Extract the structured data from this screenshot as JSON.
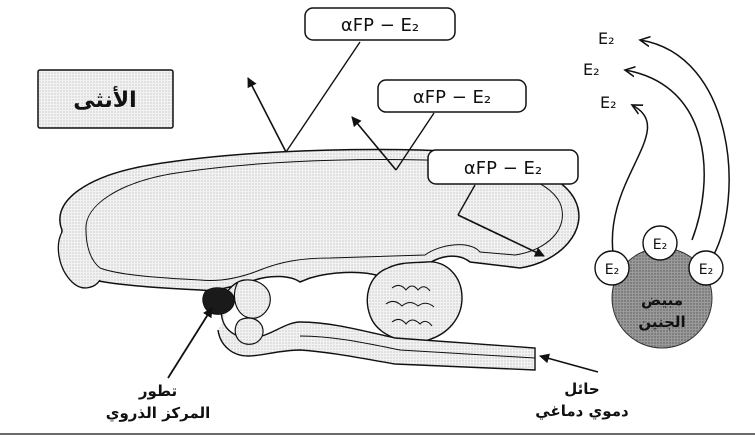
{
  "title_label": "الأنثى",
  "afp_labels": [
    "αFP − E₂",
    "αFP − E₂",
    "αFP − E₂"
  ],
  "e2_labels": [
    "E₂",
    "E₂",
    "E₂"
  ],
  "ovary": {
    "label_line1": "مبيض",
    "label_line2": "الجنين",
    "e2_circles": [
      "E₂",
      "E₂",
      "E₂"
    ]
  },
  "bbb_label": {
    "line1": "حائل",
    "line2": "دموي دماغي"
  },
  "nucleus_label": {
    "line1": "تطور",
    "line2": "المركز الذروي"
  },
  "colors": {
    "ink": "#111111",
    "title_box": "#d9d9d9",
    "brain_fill": "#efefef",
    "ovary_fill": "#8a8a8a"
  }
}
